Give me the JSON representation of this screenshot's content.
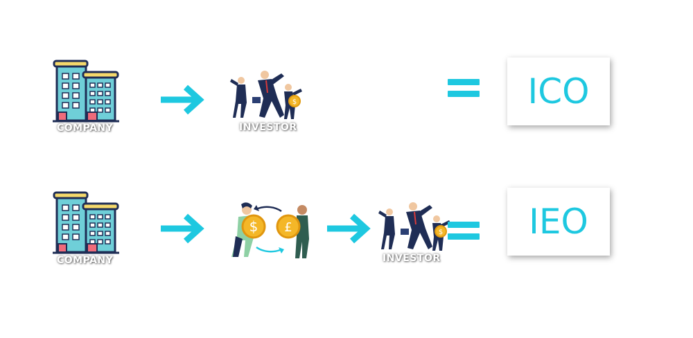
{
  "rows": [
    {
      "company_label": "COMPANY",
      "investor_label": "INVESTOR",
      "result": "ICO"
    },
    {
      "company_label": "COMPANY",
      "investor_label": "INVESTOR",
      "result": "IEO"
    }
  ],
  "colors": {
    "accent": "#1ec8e0",
    "building": "#6fcfd8",
    "roof": "#f5d96b",
    "navy": "#1f2d55"
  }
}
